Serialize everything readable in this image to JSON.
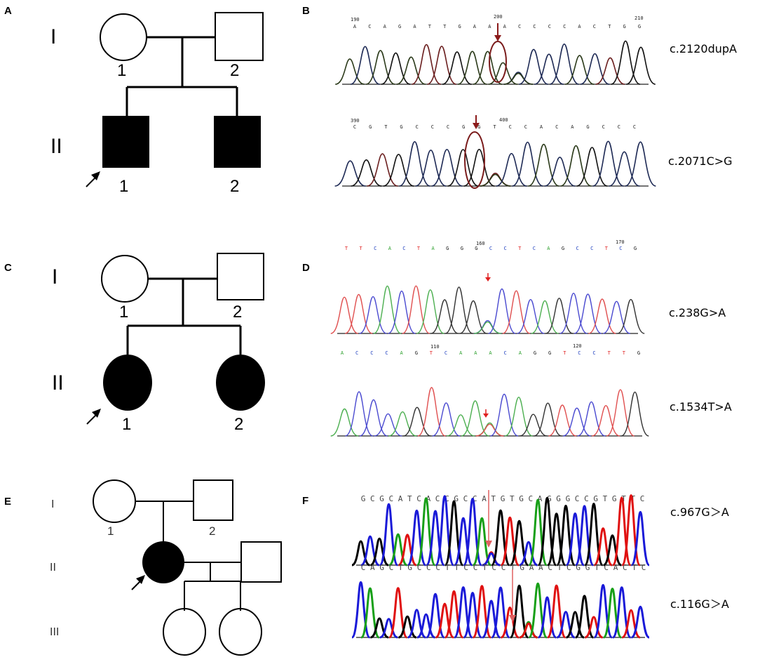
{
  "panels": {
    "A": {
      "label": "A",
      "generations": [
        "I",
        "II"
      ],
      "individuals": [
        "1",
        "2",
        "1",
        "2"
      ]
    },
    "B": {
      "label": "B",
      "variants": [
        "c.2120dupA",
        "c.2071C>G"
      ],
      "seq1": "ACAGATTGAAACCCCACTGG",
      "seq2": "CGTGCCCGGTCCACAGCCC"
    },
    "C": {
      "label": "C",
      "generations": [
        "I",
        "II"
      ],
      "individuals": [
        "1",
        "2",
        "1",
        "2"
      ]
    },
    "D": {
      "label": "D",
      "variants": [
        "c.238G>A",
        "c.1534T>A"
      ],
      "seq1": "TTCACTAGGGCCTCAGCCTCG",
      "seq2": "ACCCAGTCAAACAGGTCCTTG"
    },
    "E": {
      "label": "E",
      "generations": [
        "I",
        "II",
        "III"
      ],
      "individuals": [
        "1",
        "2"
      ]
    },
    "F": {
      "label": "F",
      "variants": [
        "c.967G＞A",
        "c.116G＞A"
      ],
      "seq1": "GCGCATCACCGCCATGTGCAGGGCCGTGTTC",
      "seq2": "CAGCTGCCCTTCCTCCTGAACTCGGTCACTC"
    }
  },
  "colors": {
    "affected": "#000000",
    "line": "#000000",
    "circle": "#7a1b1b",
    "arrow_dark": "#8b1a1a",
    "arrow_red": "#e02020",
    "A": "#2ca02c",
    "C": "#1f3fbf",
    "G": "#111111",
    "T": "#e02020"
  }
}
